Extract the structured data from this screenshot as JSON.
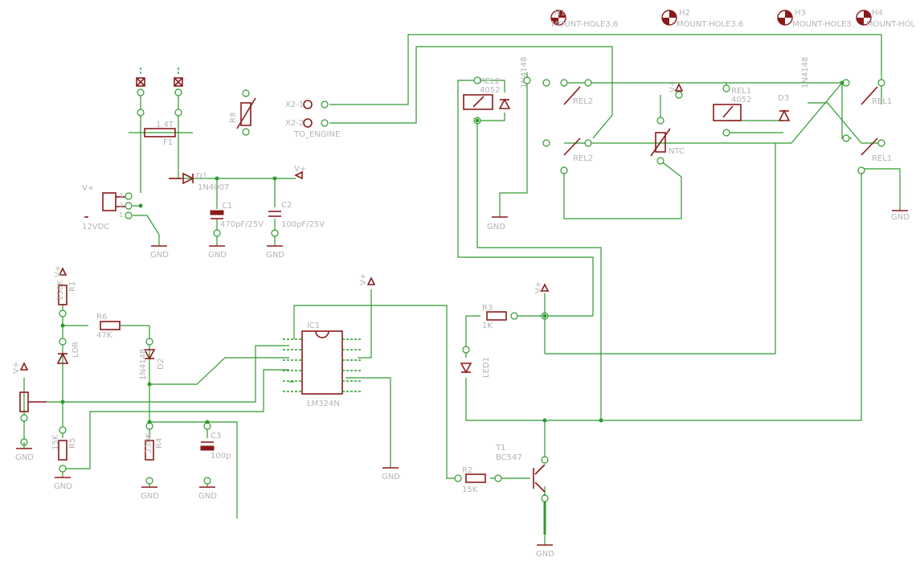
{
  "mount_holes": [
    {
      "ref": "H1",
      "value": "MOUNT-HOLE3.6"
    },
    {
      "ref": "H2",
      "value": "MOUNT-HOLE3.6"
    },
    {
      "ref": "H3",
      "value": "MOUNT-HOLE3."
    },
    {
      "ref": "H4",
      "value": "MOUNT-HOL"
    }
  ],
  "power": {
    "vplus": "V+",
    "gnd": "GND",
    "input_label": "12VDC",
    "conn_pins": [
      "3",
      "2",
      "1"
    ]
  },
  "components": {
    "fuse": {
      "ref": "F1",
      "value": "1.4T"
    },
    "d1": {
      "ref": "D1",
      "value": "1N4007"
    },
    "c1": {
      "ref": "C1",
      "value": "470pF/25V"
    },
    "c2": {
      "ref": "C2",
      "value": "100pF/25V"
    },
    "r8": {
      "ref": "R8"
    },
    "x2": {
      "pin1": "X2-1",
      "pin2": "X2-2",
      "name": "TO_ENGINE"
    },
    "r1": {
      "ref": "R1",
      "value": "150K"
    },
    "r6": {
      "ref": "R6",
      "value": "47K"
    },
    "ldr": {
      "ref": "LDR"
    },
    "d2": {
      "ref": "D2",
      "value": "1N4148"
    },
    "r5": {
      "ref": "R5",
      "value": "15K"
    },
    "r4": {
      "ref": "R4",
      "value": "330K"
    },
    "c3": {
      "ref": "C3",
      "value": "100p"
    },
    "ic1": {
      "ref": "IC1",
      "value": "LM324N"
    },
    "r3": {
      "ref": "R3",
      "value": "1K"
    },
    "led1": {
      "ref": "LED1"
    },
    "r2": {
      "ref": "R2",
      "value": "15K"
    },
    "t1": {
      "ref": "T1",
      "value": "BC547"
    },
    "rel2": {
      "ref": "REL2",
      "value": "4052"
    },
    "d4": {
      "value": "1N4148"
    },
    "rel1": {
      "ref": "REL1",
      "value": "4052"
    },
    "d3": {
      "ref": "D3",
      "value": "1N4148"
    },
    "ntc": {
      "ref": "NTC"
    }
  }
}
